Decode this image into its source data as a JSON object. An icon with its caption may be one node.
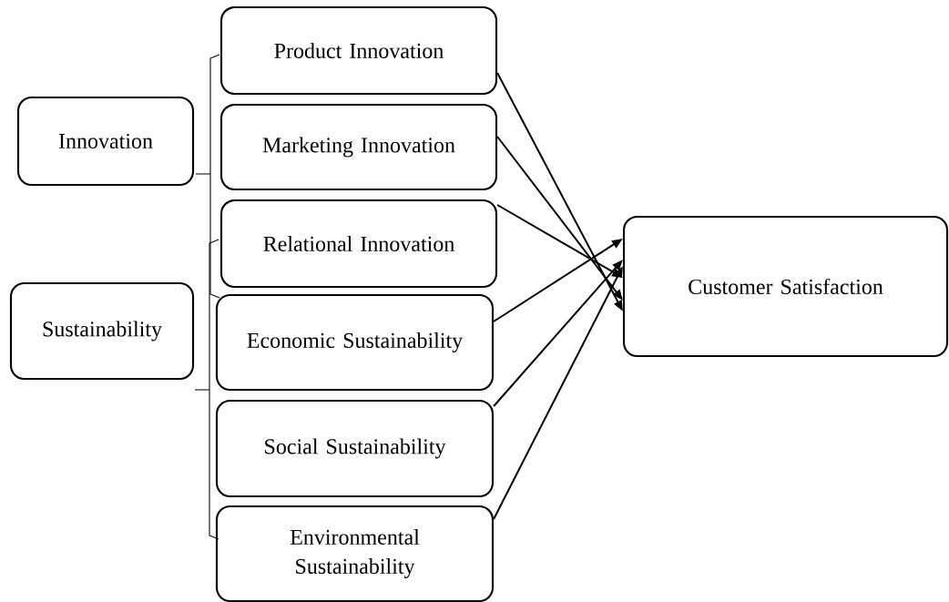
{
  "diagram": {
    "nodes": [
      {
        "text": [
          "Innovation"
        ]
      },
      {
        "text": [
          "Sustainability"
        ]
      },
      {
        "text": [
          "Product Innovation"
        ]
      },
      {
        "text": [
          "Marketing Innovation"
        ]
      },
      {
        "text": [
          "Relational Innovation"
        ]
      },
      {
        "text": [
          "Economic Sustainability"
        ]
      },
      {
        "text": [
          "Social Sustainability"
        ]
      },
      {
        "text": [
          "Environmental Sustainability"
        ]
      },
      {
        "text": [
          "Customer Satisfaction"
        ]
      }
    ],
    "edges": [
      {
        "from": 2,
        "to": 8,
        "arrow": "to"
      },
      {
        "from": 3,
        "to": 8,
        "arrow": "to"
      },
      {
        "from": 4,
        "to": 8,
        "arrow": "to"
      },
      {
        "from": 5,
        "to": 8,
        "arrow": "to"
      },
      {
        "from": 6,
        "to": 8,
        "arrow": "to"
      },
      {
        "from": 7,
        "to": 8,
        "arrow": "to"
      }
    ]
  }
}
